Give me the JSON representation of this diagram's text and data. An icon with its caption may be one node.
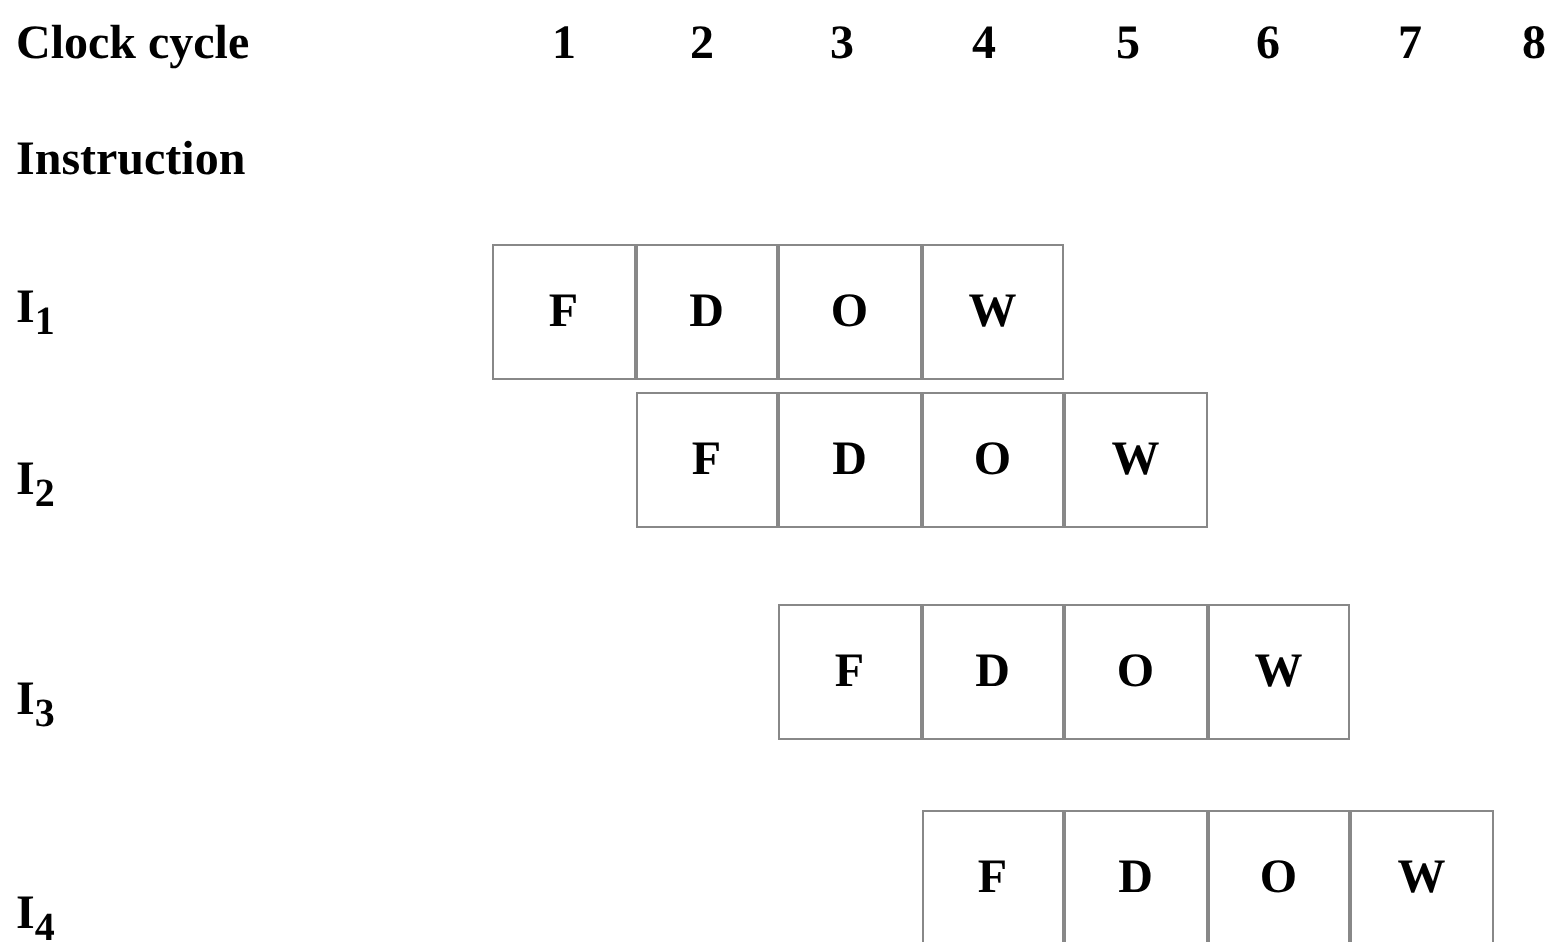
{
  "diagram": {
    "nodes": [
      {
        "text": [
          "F"
        ]
      },
      {
        "text": [
          "D"
        ]
      },
      {
        "text": [
          "O"
        ]
      },
      {
        "text": [
          "W"
        ]
      },
      {
        "text": [
          "F"
        ]
      },
      {
        "text": [
          "D"
        ]
      },
      {
        "text": [
          "O"
        ]
      },
      {
        "text": [
          "W"
        ]
      },
      {
        "text": [
          "F"
        ]
      },
      {
        "text": [
          "D"
        ]
      },
      {
        "text": [
          "O"
        ]
      },
      {
        "text": [
          "W"
        ]
      },
      {
        "text": [
          "F"
        ]
      },
      {
        "text": [
          "D"
        ]
      },
      {
        "text": [
          "O"
        ]
      },
      {
        "text": [
          "W"
        ]
      }
    ],
    "labels": [
      "Clock cycle",
      "1",
      "2",
      "3",
      "4",
      "5",
      "6",
      "7",
      "8",
      "Instruction",
      "I$_{1}$",
      "I$_{2}$",
      "I$_{3}$",
      "I$_{4}$"
    ]
  }
}
